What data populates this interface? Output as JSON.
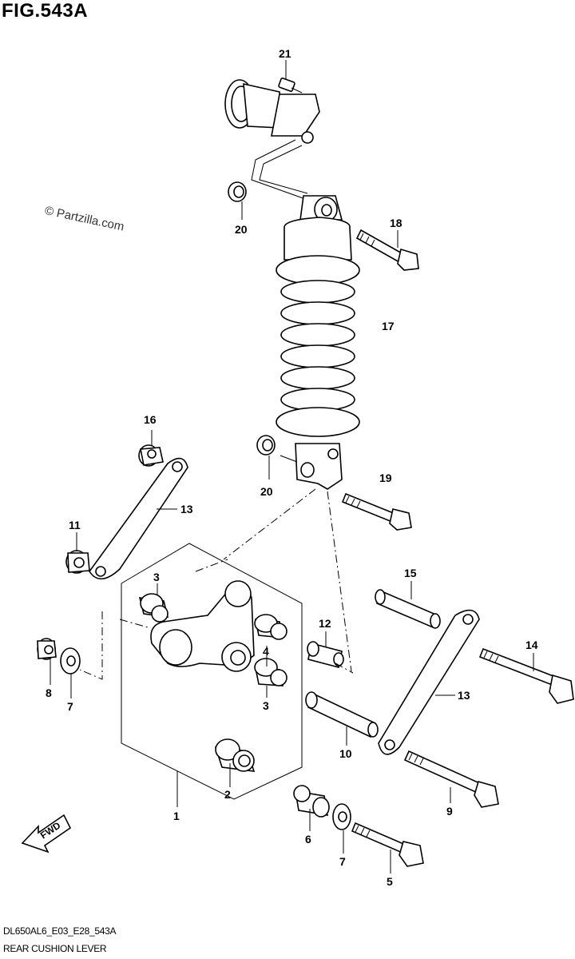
{
  "figure": {
    "title": "FIG.543A",
    "watermark": "© Partzilla.com",
    "drawing_code": "DL650AL6_E03_E28_543A",
    "caption": "REAR CUSHION LEVER"
  },
  "fwd_badge": "FWD",
  "callouts": [
    {
      "id": "21",
      "label": "21"
    },
    {
      "id": "20a",
      "label": "20"
    },
    {
      "id": "18",
      "label": "18"
    },
    {
      "id": "17",
      "label": "17"
    },
    {
      "id": "16",
      "label": "16"
    },
    {
      "id": "13a",
      "label": "13"
    },
    {
      "id": "20b",
      "label": "20"
    },
    {
      "id": "19",
      "label": "19"
    },
    {
      "id": "11",
      "label": "11"
    },
    {
      "id": "3a",
      "label": "3"
    },
    {
      "id": "15",
      "label": "15"
    },
    {
      "id": "12",
      "label": "12"
    },
    {
      "id": "4",
      "label": "4"
    },
    {
      "id": "14",
      "label": "14"
    },
    {
      "id": "8",
      "label": "8"
    },
    {
      "id": "7a",
      "label": "7"
    },
    {
      "id": "3b",
      "label": "3"
    },
    {
      "id": "13b",
      "label": "13"
    },
    {
      "id": "10",
      "label": "10"
    },
    {
      "id": "2",
      "label": "2"
    },
    {
      "id": "1",
      "label": "1"
    },
    {
      "id": "9",
      "label": "9"
    },
    {
      "id": "6",
      "label": "6"
    },
    {
      "id": "7b",
      "label": "7"
    },
    {
      "id": "5",
      "label": "5"
    }
  ]
}
